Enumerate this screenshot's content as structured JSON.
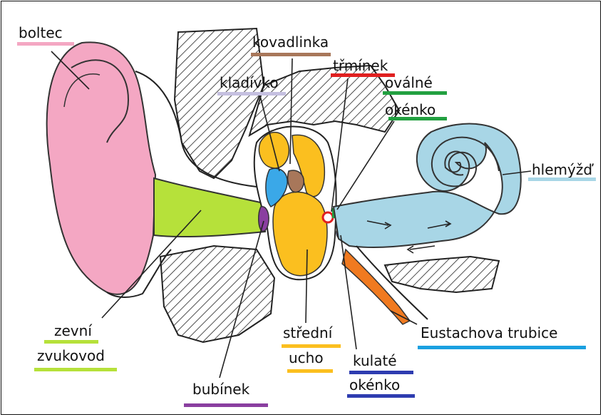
{
  "labels": {
    "boltec": "boltec",
    "kovadlinka": "kovadlinka",
    "kladivko": "kladívko",
    "trminek": "třmínek",
    "ovalne_line1": "oválné",
    "ovalne_line2": "okénko",
    "hlemyzd": "hlemýžď",
    "zevni_line1": "zevní",
    "zevni_line2": "zvukovod",
    "bubinek": "bubínek",
    "stredni_line1": "střední",
    "stredni_line2": "ucho",
    "kulate_line1": "kulaté",
    "kulate_line2": "okénko",
    "eustachova": "Eustachova trubice"
  },
  "colors": {
    "boltec": "#f4a7c3",
    "zvukovod": "#b6e13a",
    "bubinek": "#8a3fa0",
    "ucho": "#fbbf1f",
    "kovadlinka": "#a8775a",
    "kladivko": "#c5c0e0",
    "trminek": "#e02020",
    "ovalne": "#22a040",
    "hlemyzd": "#a8d6e6",
    "kulate": "#2e3cb0",
    "eustachova": "#1aa0e0",
    "eustachova_tube": "#f07a20",
    "bone_hatch": "#222222"
  }
}
